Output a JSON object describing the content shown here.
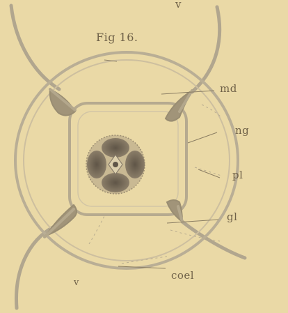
{
  "figure": {
    "title": "Fig 16.",
    "labels": {
      "md": "md",
      "ng": "ng",
      "pl": "pl",
      "gl": "gl",
      "coel": "coel",
      "v_top": "v",
      "v_bottom": "v"
    }
  },
  "colors": {
    "paper": "#ead9a6",
    "ink": "#6f6148",
    "outline": "#a79c82",
    "dark_mass": "#7c7162",
    "cell_fill": "#c7b594"
  }
}
